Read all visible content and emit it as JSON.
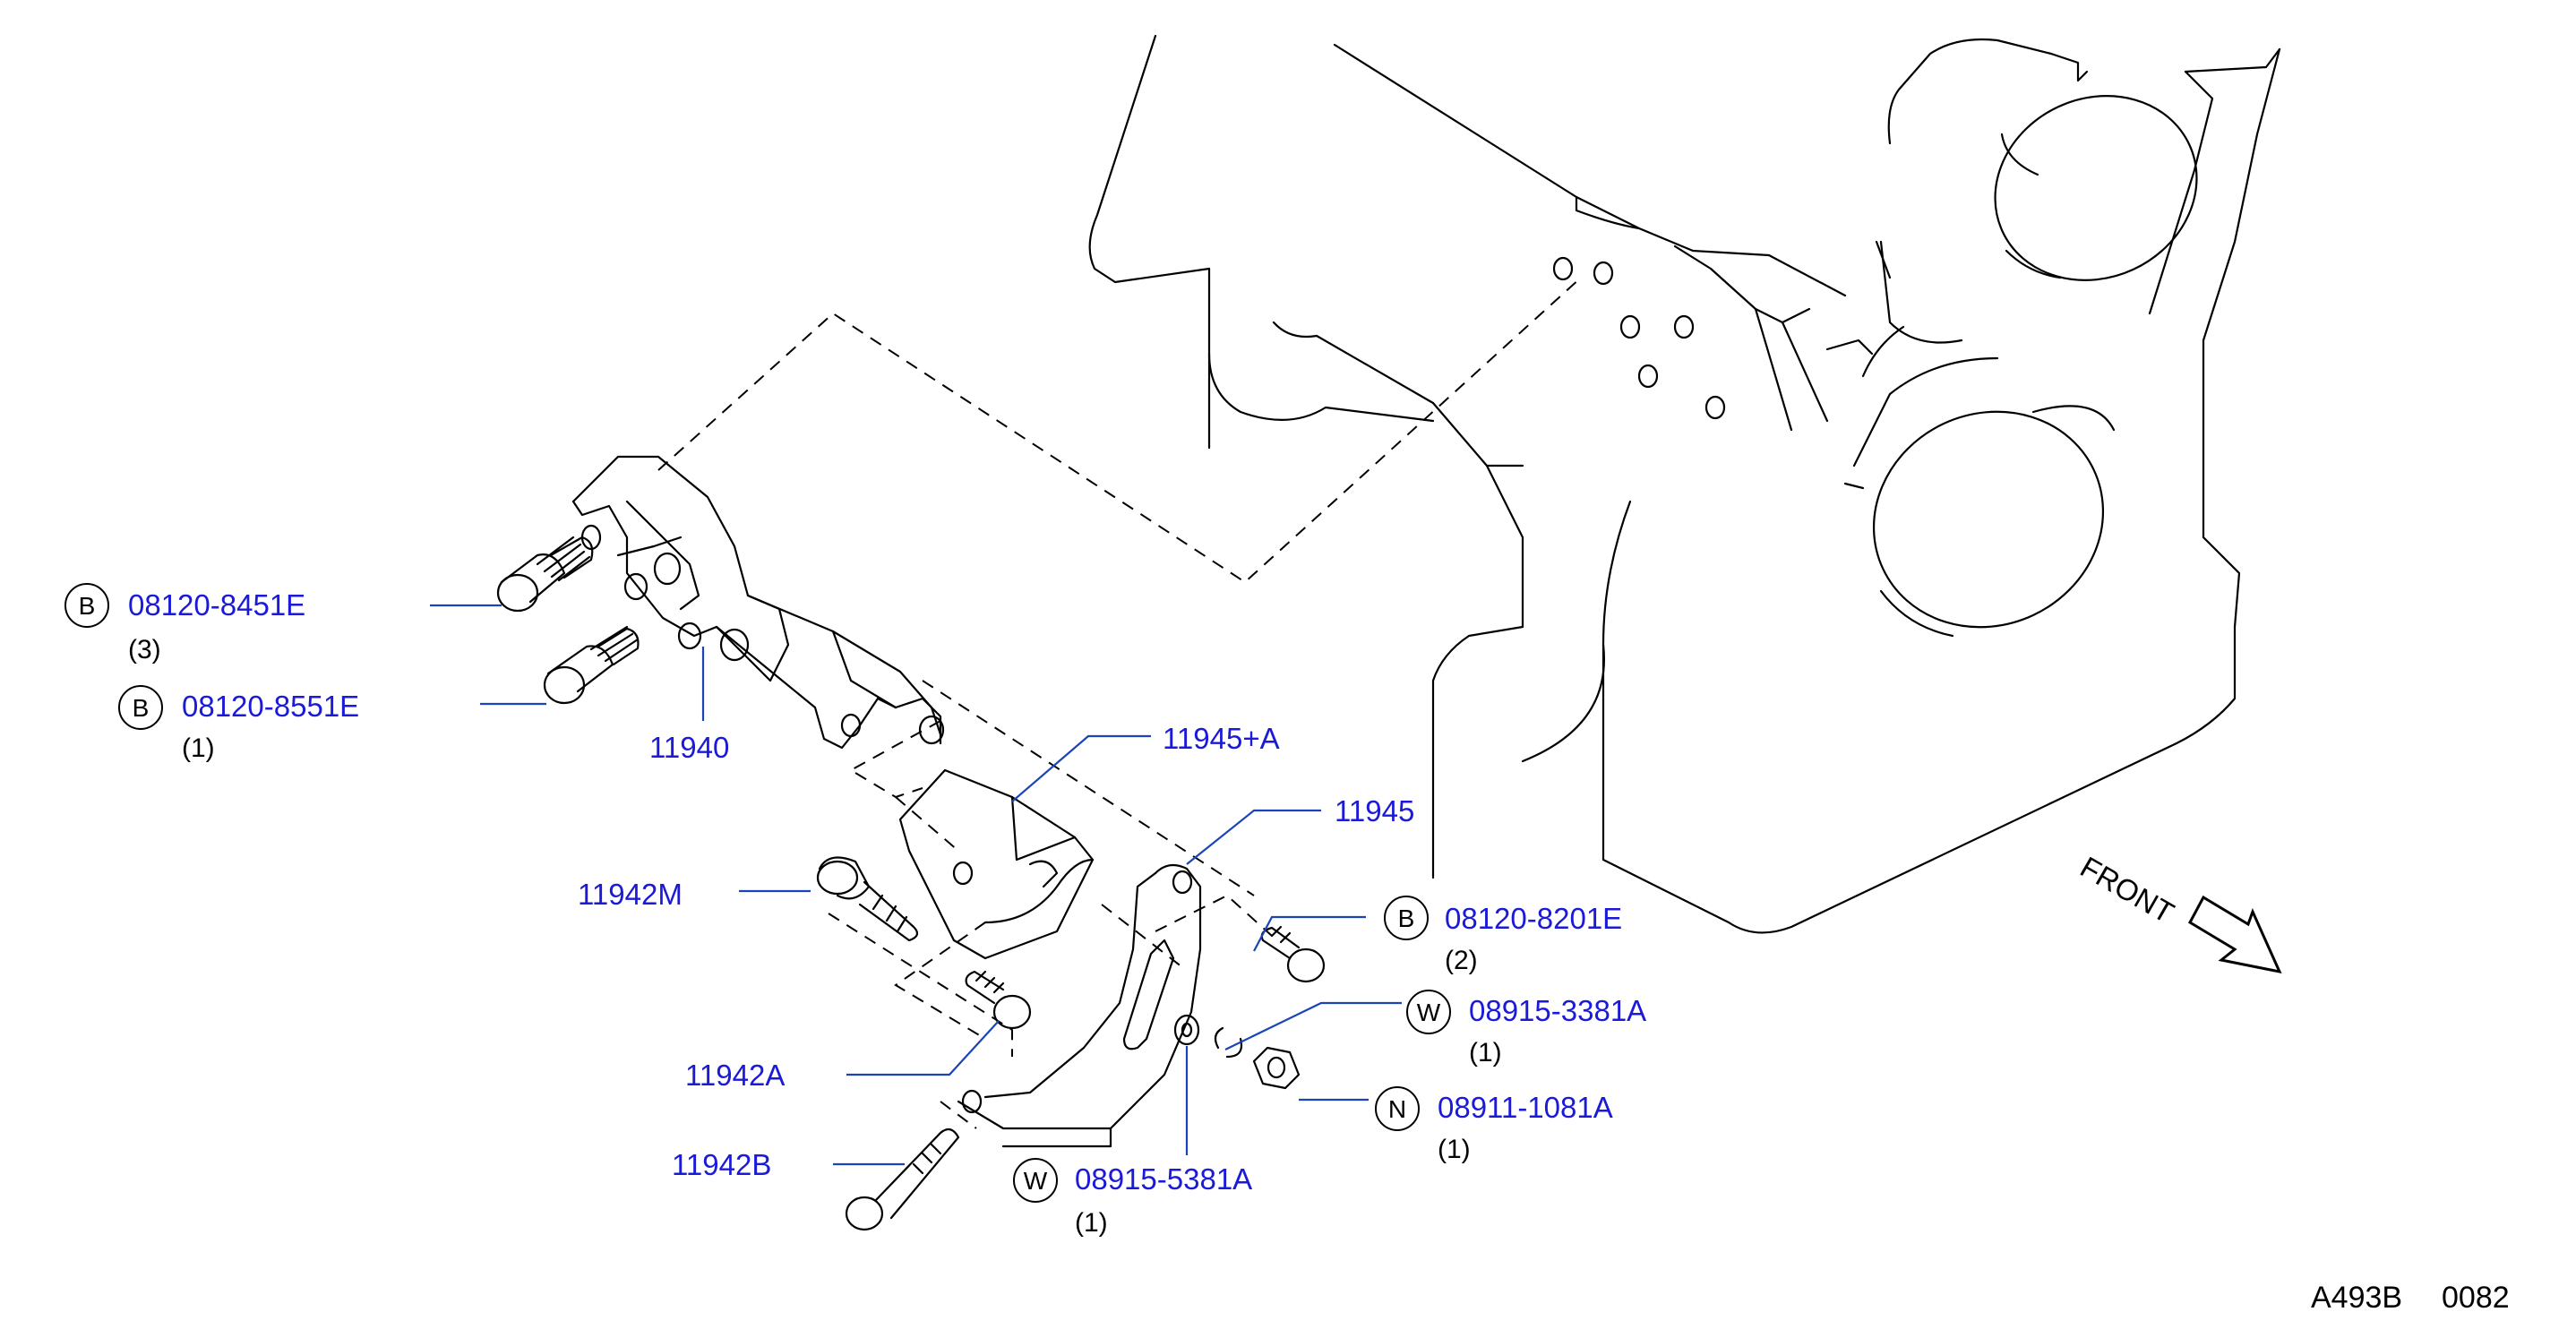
{
  "diagram_code": "A493B",
  "sheet_number": "0082",
  "front_label": "FRONT",
  "callouts": [
    {
      "id": "bolt-08120-8451E",
      "symbol": "B",
      "part": "08120-8451E",
      "qty": "(3)"
    },
    {
      "id": "bolt-08120-8551E",
      "symbol": "B",
      "part": "08120-8551E",
      "qty": "(1)"
    },
    {
      "id": "bracket-11940",
      "symbol": "",
      "part": "11940",
      "qty": ""
    },
    {
      "id": "bracket-11945A",
      "symbol": "",
      "part": "11945+A",
      "qty": ""
    },
    {
      "id": "bracket-11945",
      "symbol": "",
      "part": "11945",
      "qty": ""
    },
    {
      "id": "bolt-11942M",
      "symbol": "",
      "part": "11942M",
      "qty": ""
    },
    {
      "id": "bolt-08120-8201E",
      "symbol": "B",
      "part": "08120-8201E",
      "qty": "(2)"
    },
    {
      "id": "washer-08915-3381A",
      "symbol": "W",
      "part": "08915-3381A",
      "qty": "(1)"
    },
    {
      "id": "bolt-11942A",
      "symbol": "",
      "part": "11942A",
      "qty": ""
    },
    {
      "id": "nut-08911-1081A",
      "symbol": "N",
      "part": "08911-1081A",
      "qty": "(1)"
    },
    {
      "id": "bolt-11942B",
      "symbol": "",
      "part": "11942B",
      "qty": ""
    },
    {
      "id": "washer-08915-5381A",
      "symbol": "W",
      "part": "08915-5381A",
      "qty": "(1)"
    }
  ]
}
